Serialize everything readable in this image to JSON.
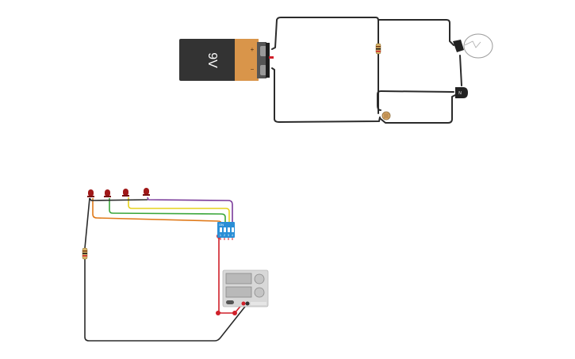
{
  "canvas": {
    "background": "#ffffff"
  },
  "colors": {
    "wire_black": "#2b2b2b",
    "wire_red": "#d0202a",
    "wire_purple": "#7a3a9a",
    "wire_yellow": "#e6d21c",
    "wire_green": "#3aa63a",
    "wire_orange": "#e07a1a",
    "battery_body": "#333333",
    "battery_cap": "#d9954a",
    "led_red": "#a01818",
    "dip_blue": "#2a8fd6",
    "supply_body": "#d8d8d8"
  },
  "battery": {
    "label": "9V",
    "plus_symbol": "+",
    "minus_symbol": "−",
    "icon": "battery-9v-icon"
  },
  "transistor": {
    "label": "N",
    "icon": "transistor-icon"
  },
  "bulb": {
    "icon": "light-bulb-icon"
  },
  "dip_switch": {
    "on_label": "ON",
    "pin_labels": [
      "1",
      "2",
      "3",
      "4"
    ],
    "icon": "dip-switch-icon"
  },
  "leds": {
    "count": 4,
    "icon": "led-icon"
  },
  "resistors": {
    "icon": "resistor-icon"
  },
  "photoresistor": {
    "icon": "photoresistor-icon"
  },
  "power_supply": {
    "icon": "power-supply-icon"
  }
}
